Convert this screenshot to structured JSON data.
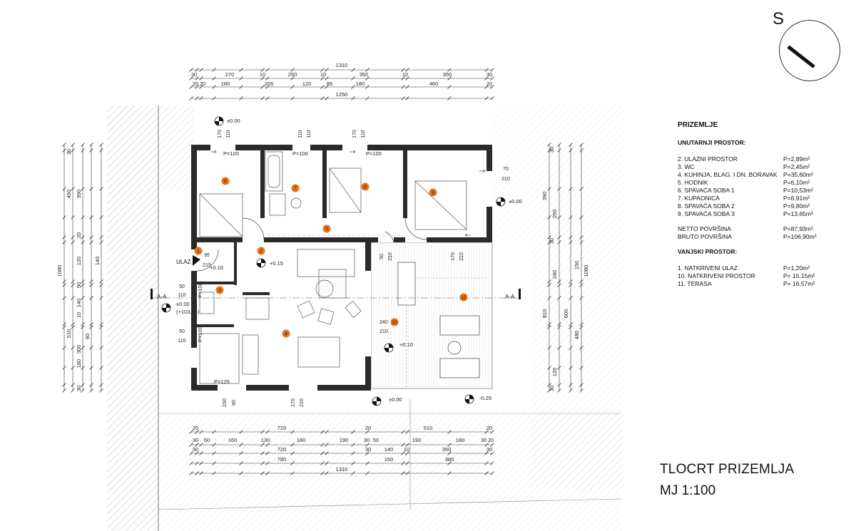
{
  "plan_title": "TLOCRT PRIZEMLJA",
  "plan_scale": "MJ 1:100",
  "north_label": "S",
  "legend": {
    "heading": "PRIZEMLJE",
    "indoor_heading": "UNUTARNJI PROSTOR:",
    "indoor": [
      {
        "name": "2. ULAZNI PROSTOR",
        "area": "P=2,89m²"
      },
      {
        "name": "3. WC",
        "area": "P=2,45m²"
      },
      {
        "name": "4. KUHINJA, BLAG. I DN. BORAVAK",
        "area": "P=35,60m²"
      },
      {
        "name": "5. HODNIK",
        "area": "P=6,10m²"
      },
      {
        "name": "6. SPAVAĆA SOBA 1",
        "area": "P=10,53m²"
      },
      {
        "name": "7. KUPAONICA",
        "area": "P=6,91m²"
      },
      {
        "name": "8. SPAVAĆA SOBA 2",
        "area": "P=9,80m²"
      },
      {
        "name": "9. SPAVAĆA SOBA 3",
        "area": "P=13,65m²"
      }
    ],
    "totals": [
      {
        "name": "NETTO POVRŠINA",
        "area": "P=87,93m²"
      },
      {
        "name": "BRUTO POVRŠINA",
        "area": "P=106,90m²"
      }
    ],
    "outdoor_heading": "VANJSKI PROSTOR:",
    "outdoor": [
      {
        "name": "1. NATKRIVENI ULAZ",
        "area": "P=1,20m²"
      },
      {
        "name": "10. NATKRIVENI PROSTOR",
        "area": "P= 15,15m²"
      },
      {
        "name": "11. TERASA",
        "area": "P= 16,57m²"
      }
    ]
  },
  "room_markers": [
    "1",
    "2",
    "3",
    "4",
    "5",
    "6",
    "7",
    "8",
    "9",
    "10",
    "11"
  ],
  "section_label": "A-A",
  "entrance_label": "ULAZ",
  "level_labels": [
    "±0.00",
    "±0.00",
    "+0.15",
    "+0.10",
    "±0.00",
    "(+103,94)",
    "+0.10",
    "±0.00",
    "-0.29"
  ],
  "door_labels": [
    "P=100",
    "P=100",
    "P=100",
    "P=100",
    "P=100",
    "P=125"
  ],
  "dims": {
    "top1": [
      "30",
      "270",
      "10",
      "250",
      "10",
      "350",
      "10",
      "350",
      "30"
    ],
    "top_total": "1310",
    "top2": [
      "20",
      "20",
      "180",
      "205",
      "120",
      "85",
      "180",
      "460",
      "20"
    ],
    "top_1250": "1250",
    "bot1": [
      "20",
      "720",
      "20",
      "510",
      "20"
    ],
    "bot2": [
      "30",
      "60",
      "160",
      "130",
      "180",
      "190",
      "30",
      "50",
      "190",
      "180",
      "30",
      "20"
    ],
    "bot3": [
      "30",
      "720",
      "30",
      "140",
      "10",
      "350",
      "30"
    ],
    "bot4": [
      "780",
      "150",
      "380"
    ],
    "bot_total": "1310",
    "left_outer": "1080",
    "left_vals": [
      "30",
      "450",
      "390",
      "20",
      "120",
      "140",
      "50",
      "140",
      "10",
      "510",
      "60",
      "300",
      "180",
      "30"
    ],
    "right_outer": "1080",
    "right_vals": [
      "30",
      "390",
      "250",
      "30",
      "150",
      "240",
      "600",
      "810",
      "480",
      "120",
      "30"
    ],
    "opening_vals": [
      "170",
      "110",
      "110",
      "110",
      "170",
      "110",
      "70",
      "210",
      "95",
      "215",
      "50",
      "110",
      "50",
      "110",
      "50",
      "210",
      "170",
      "210",
      "240",
      "210",
      "150",
      "60",
      "170",
      "210"
    ]
  }
}
